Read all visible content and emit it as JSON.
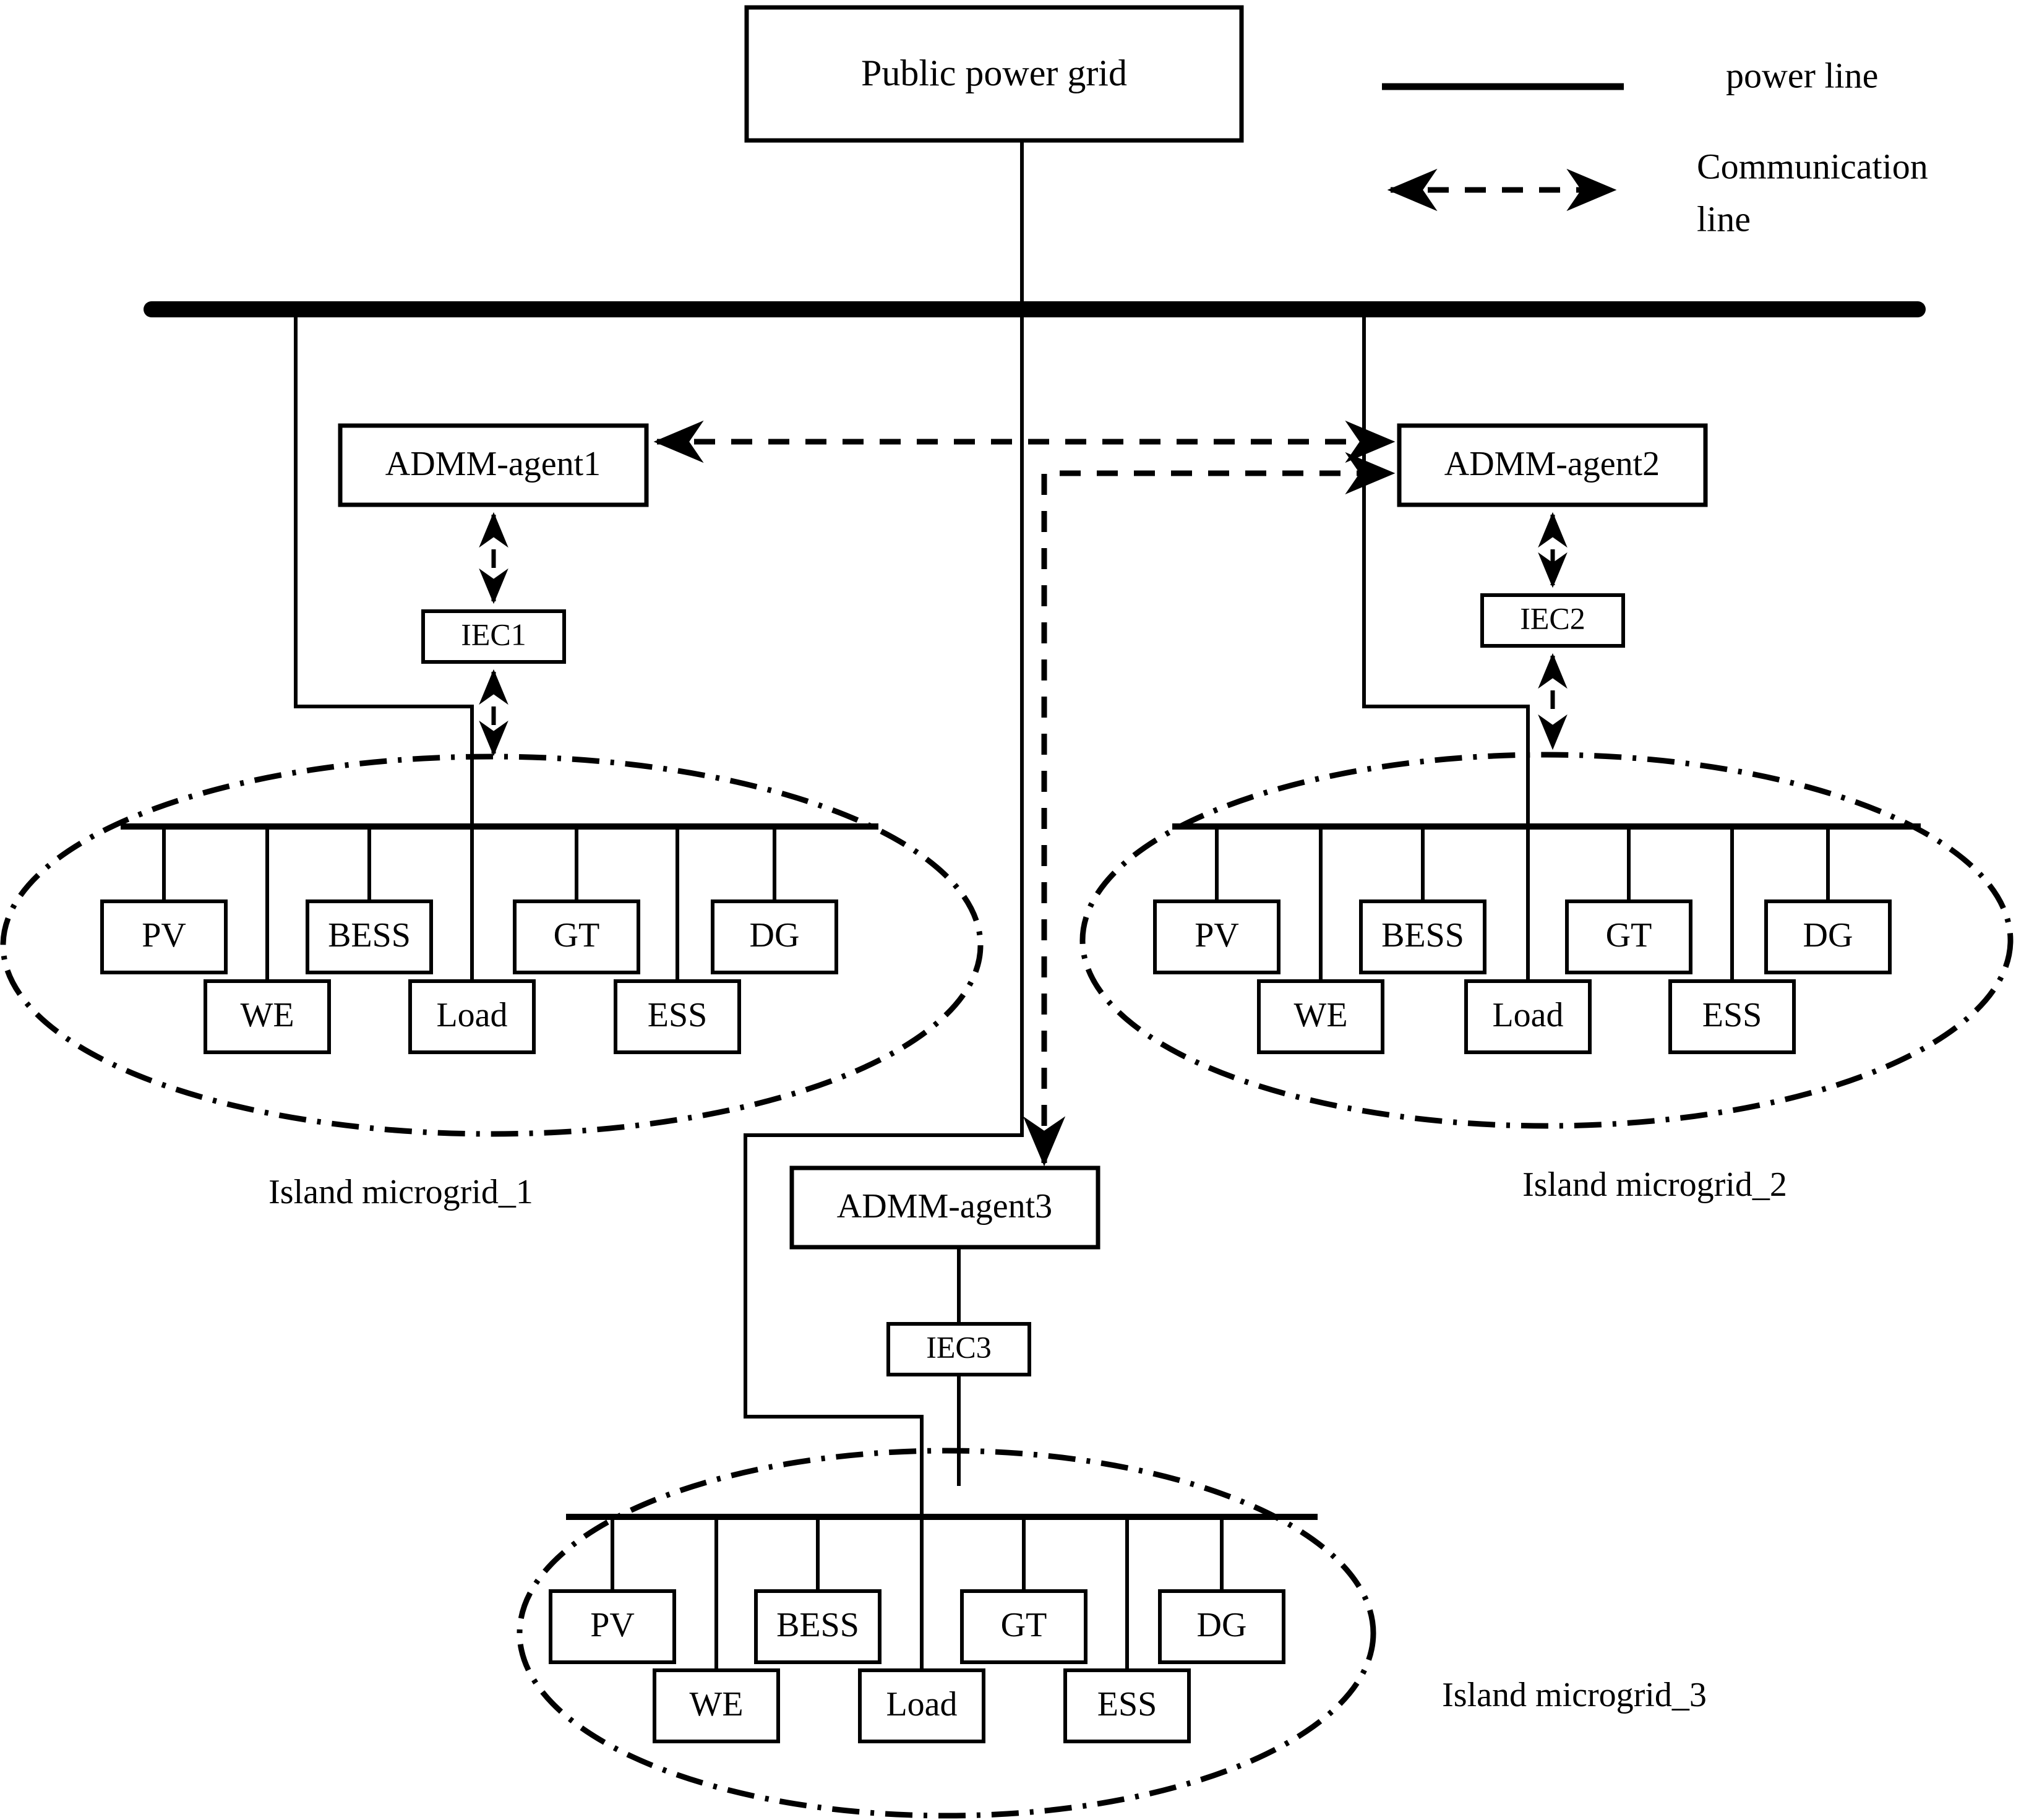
{
  "diagram": {
    "title_node": "Public power grid",
    "legend": {
      "power_line_label": "power line",
      "communication_line_label_1": "Communication",
      "communication_line_label_2": "line",
      "power_line_style": "solid",
      "communication_line_style": "dashed-double-arrow"
    },
    "agents": [
      {
        "id": "agent1",
        "label": "ADMM-agent1"
      },
      {
        "id": "agent2",
        "label": "ADMM-agent2"
      },
      {
        "id": "agent3",
        "label": "ADMM-agent3"
      }
    ],
    "controllers": [
      {
        "id": "iec1",
        "label": "IEC1"
      },
      {
        "id": "iec2",
        "label": "IEC2"
      },
      {
        "id": "iec3",
        "label": "IEC3"
      }
    ],
    "microgrids": [
      {
        "id": "mg1",
        "label": "Island microgrid_1",
        "top_row": [
          "PV",
          "BESS",
          "GT",
          "DG"
        ],
        "bottom_row": [
          "WE",
          "Load",
          "ESS"
        ]
      },
      {
        "id": "mg2",
        "label": "Island microgrid_2",
        "top_row": [
          "PV",
          "BESS",
          "GT",
          "DG"
        ],
        "bottom_row": [
          "WE",
          "Load",
          "ESS"
        ]
      },
      {
        "id": "mg3",
        "label": "Island microgrid_3",
        "top_row": [
          "PV",
          "BESS",
          "GT",
          "DG"
        ],
        "bottom_row": [
          "WE",
          "Load",
          "ESS"
        ]
      }
    ],
    "colors": {
      "line": "#000000",
      "background": "#ffffff",
      "text": "#000000"
    }
  }
}
